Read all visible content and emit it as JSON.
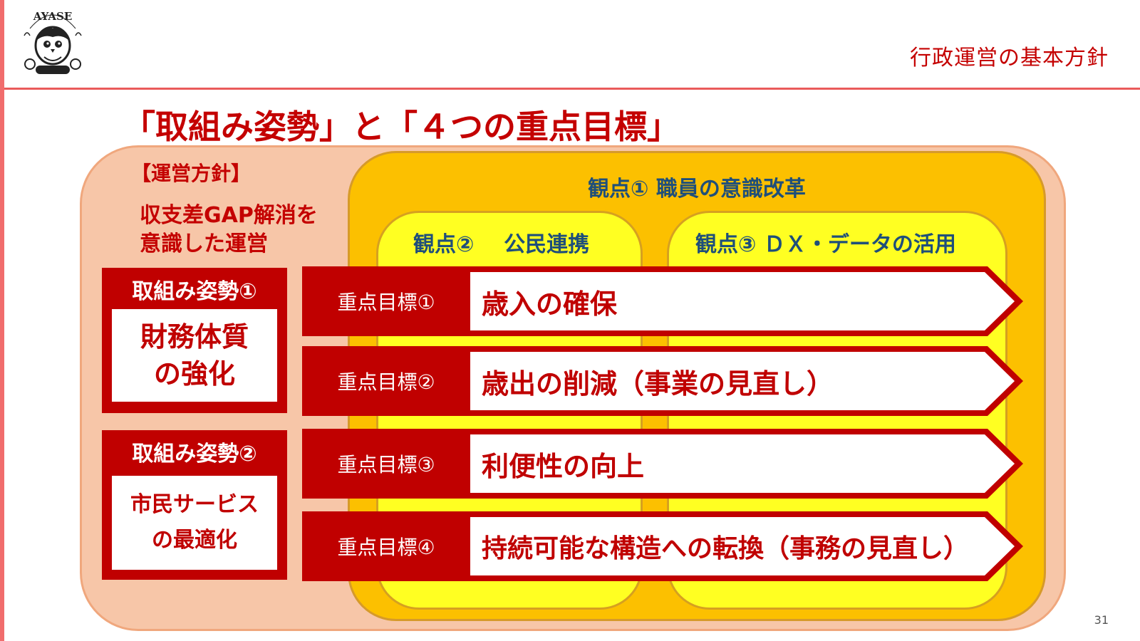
{
  "header": {
    "logo_text": "AYASE",
    "section_title": "行政運営の基本方針"
  },
  "slide": {
    "title": "「取組み姿勢」と「４つの重点目標」",
    "page_number": "31"
  },
  "policy": {
    "heading": "【運営方針】",
    "line1": "収支差GAP解消を",
    "line2": "意識した運営"
  },
  "viewpoints": {
    "v1": "観点①  職員の意識改革",
    "v2": "観点②    公民連携",
    "v3": "観点③  ＤＸ・データの活用"
  },
  "stances": [
    {
      "label": "取組み姿勢①",
      "line1": "財務体質",
      "line2": "の強化"
    },
    {
      "label": "取組み姿勢②",
      "line1": "市民サービス",
      "line2": "の最適化"
    }
  ],
  "goals": [
    {
      "label": "重点目標①",
      "text": "歳入の確保"
    },
    {
      "label": "重点目標②",
      "text": "歳出の削減（事業の見直し）"
    },
    {
      "label": "重点目標③",
      "text": "利便性の向上"
    },
    {
      "label": "重点目標④",
      "text": "持続可能な構造への転換（事務の見直し）"
    }
  ],
  "colors": {
    "accent_red": "#c00000",
    "title_red": "#c40000",
    "navy": "#1f4f7a",
    "orange_panel": "#fcc000",
    "yellow_panel": "#ffff22",
    "peach_panel": "#f7c6a8"
  }
}
